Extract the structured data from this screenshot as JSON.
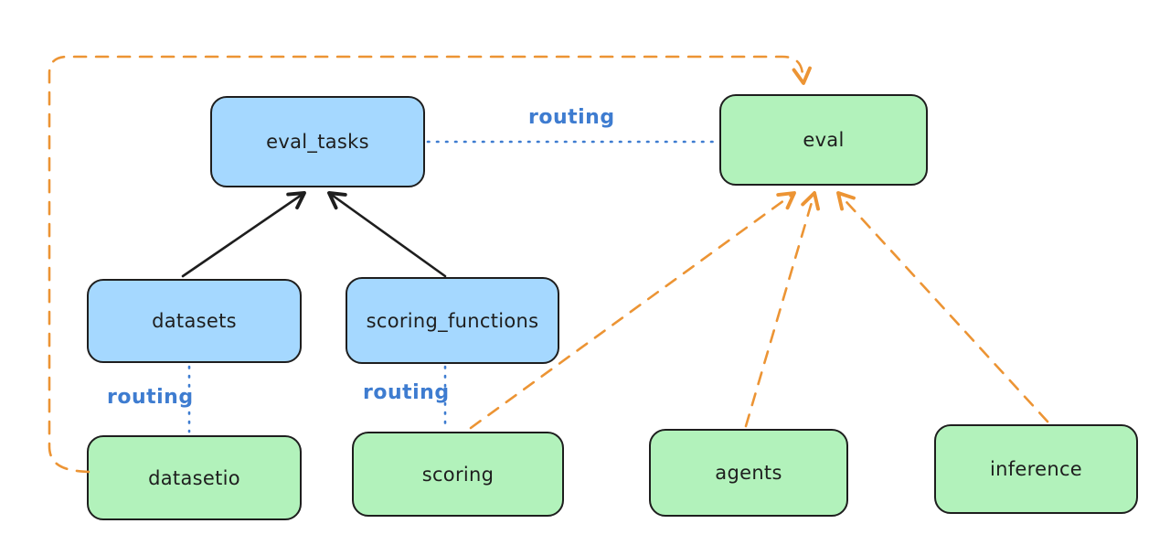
{
  "diagram": {
    "title_hint": "API to provider routing diagram",
    "nodes": {
      "eval_tasks": {
        "label": "eval_tasks",
        "fill": "blue"
      },
      "eval": {
        "label": "eval",
        "fill": "green"
      },
      "datasets": {
        "label": "datasets",
        "fill": "blue"
      },
      "scoring_functions": {
        "label": "scoring_functions",
        "fill": "blue"
      },
      "datasetio": {
        "label": "datasetio",
        "fill": "green"
      },
      "scoring": {
        "label": "scoring",
        "fill": "green"
      },
      "agents": {
        "label": "agents",
        "fill": "green"
      },
      "inference": {
        "label": "inference",
        "fill": "green"
      }
    },
    "edge_labels": {
      "eval_tasks_to_eval": "routing",
      "datasets_to_datasetio": "routing",
      "scoring_functions_to_scoring": "routing"
    },
    "edges": [
      {
        "from": "datasets",
        "to": "eval_tasks",
        "style": "solid",
        "color": "black",
        "arrow": true,
        "label": ""
      },
      {
        "from": "scoring_functions",
        "to": "eval_tasks",
        "style": "solid",
        "color": "black",
        "arrow": true,
        "label": ""
      },
      {
        "from": "eval_tasks",
        "to": "eval",
        "style": "dotted",
        "color": "blue",
        "arrow": false,
        "label": "routing"
      },
      {
        "from": "datasets",
        "to": "datasetio",
        "style": "dotted",
        "color": "blue",
        "arrow": false,
        "label": "routing"
      },
      {
        "from": "scoring_functions",
        "to": "scoring",
        "style": "dotted",
        "color": "blue",
        "arrow": false,
        "label": "routing"
      },
      {
        "from": "scoring",
        "to": "eval",
        "style": "dashed",
        "color": "orange",
        "arrow": true,
        "label": ""
      },
      {
        "from": "agents",
        "to": "eval",
        "style": "dashed",
        "color": "orange",
        "arrow": true,
        "label": ""
      },
      {
        "from": "inference",
        "to": "eval",
        "style": "dashed",
        "color": "orange",
        "arrow": true,
        "label": ""
      },
      {
        "from": "datasetio",
        "to": "eval",
        "style": "dashed",
        "color": "orange",
        "arrow": true,
        "label": "",
        "route": "left-and-over-top"
      }
    ],
    "colors": {
      "blue_fill": "#a5d8ff",
      "green_fill": "#b2f2bb",
      "stroke": "#1e1e1e",
      "routing_blue": "#3e7cd0",
      "dependency_orange": "#ec9434",
      "background": "#ffffff"
    }
  }
}
